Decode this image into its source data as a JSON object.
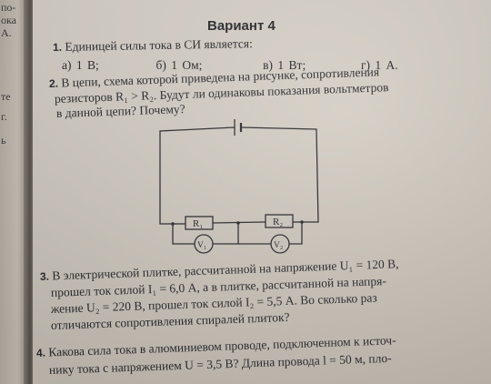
{
  "left_margin": [
    "по-",
    "ока",
    "А.",
    "те",
    "г.",
    "ь"
  ],
  "variant_title": "Вариант 4",
  "problems": [
    {
      "number": "1.",
      "lines": [
        "Единицей силы тока в СИ является:"
      ]
    },
    {
      "options": [
        "а) 1 В;",
        "б) 1 Ом;",
        "в) 1 Вт;",
        "г) 1 А."
      ]
    },
    {
      "number": "2.",
      "lines": [
        "В цепи, схема которой приведена на рисунке, сопротивления",
        "резисторов R₁ > R₂. Будут ли одинаковы показания вольтметров",
        "в данной цепи? Почему?"
      ]
    },
    {
      "number": "3.",
      "lines": [
        "В электрической плитке, рассчитанной на напряжение U₁ = 120 В,",
        "прошел ток силой I₁ = 6,0 А, а в плитке, рассчитанной на напря-",
        "жение U₂ = 220 В, прошел ток силой I₂ = 5,5 А. Во сколько раз",
        "отличаются сопротивления спиралей плиток?"
      ]
    },
    {
      "number": "4.",
      "lines": [
        "Какова сила тока в алюминиевом проводе, подключенном к источ-",
        "нику тока с напряжением U = 3,5 В? Длина провода l = 50 м, пло-"
      ]
    }
  ],
  "circuit": {
    "resistor_1": "R₁",
    "resistor_2": "R₂",
    "voltmeter_1": "V₁",
    "voltmeter_2": "V₂"
  }
}
